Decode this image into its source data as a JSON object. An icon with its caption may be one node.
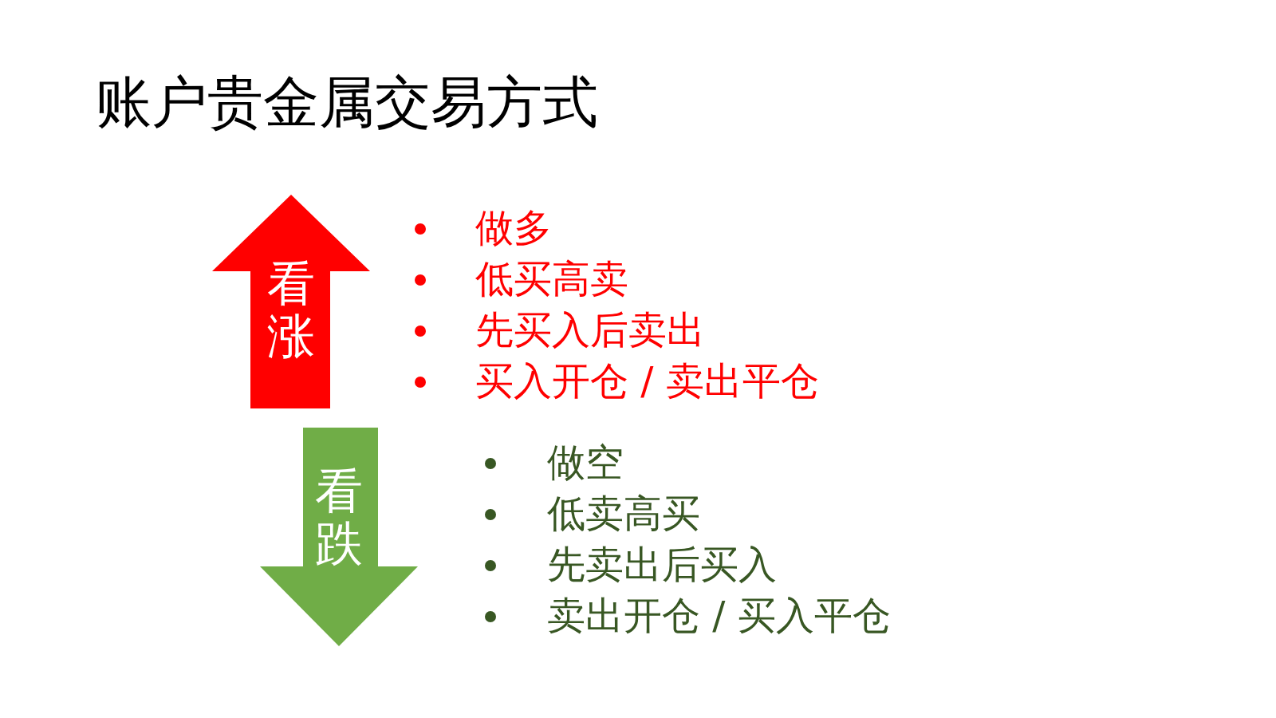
{
  "diagram": {
    "title": "账户贵金属交易方式",
    "nodes": [
      {
        "text": [
          "看涨"
        ],
        "beside": [
          "做多",
          "低买高卖",
          "先买入后卖出",
          "买入开仓 / 卖出平仓"
        ]
      },
      {
        "text": [
          "看跌"
        ],
        "beside": [
          "做空",
          "低卖高买",
          "先卖出后买入",
          "卖出开仓 / 买入平仓"
        ]
      }
    ]
  }
}
